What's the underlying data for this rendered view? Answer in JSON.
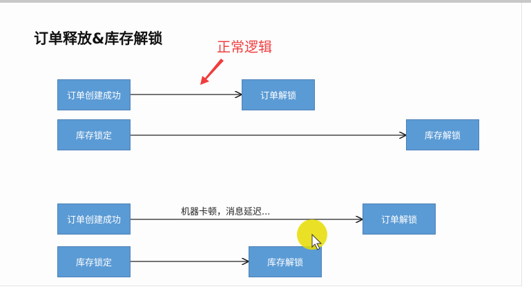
{
  "title": "订单释放&库存解锁",
  "annotation": "正常逻辑",
  "normal": {
    "order_created": "订单创建成功",
    "order_unlock": "订单解锁",
    "stock_locked": "库存锁定",
    "stock_unlock": "库存解锁"
  },
  "delayed": {
    "order_created": "订单创建成功",
    "order_unlock": "订单解锁",
    "stock_locked": "库存锁定",
    "stock_unlock": "库存解锁",
    "delay_label": "机器卡顿，消息延迟..."
  },
  "colors": {
    "box": "#5b9bd5",
    "annotation": "#f04040",
    "highlight": "#e6dc00"
  }
}
